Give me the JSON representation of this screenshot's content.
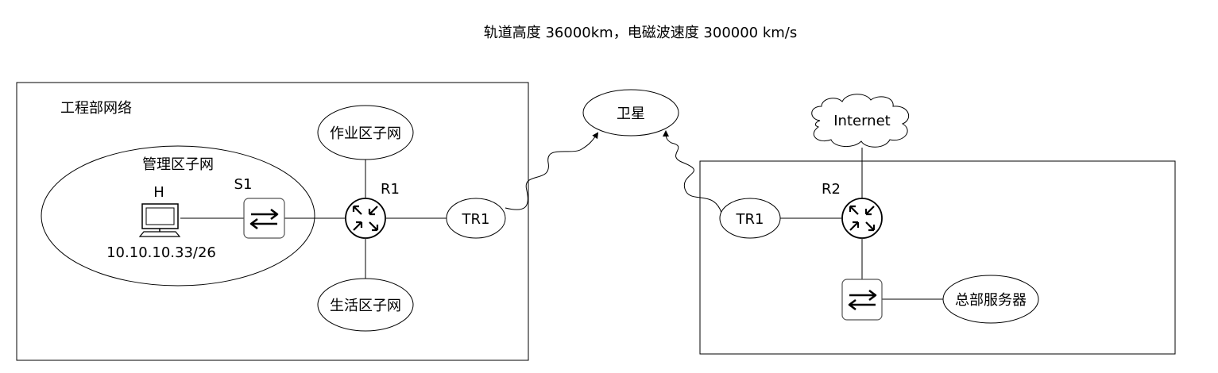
{
  "title": "轨道高度 36000km，电磁波速度 300000 km/s",
  "left_area": {
    "title": "工程部网络",
    "mgmt_subnet": "管理区子网",
    "host_label": "H",
    "host_ip": "10.10.10.33/26",
    "switch_label": "S1",
    "router_label": "R1",
    "work_subnet": "作业区子网",
    "life_subnet": "生活区子网",
    "terminal_label": "TR1"
  },
  "satellite": "卫星",
  "right_area": {
    "internet": "Internet",
    "router_label": "R2",
    "terminal_label": "TR1",
    "server_label": "总部服务器"
  }
}
